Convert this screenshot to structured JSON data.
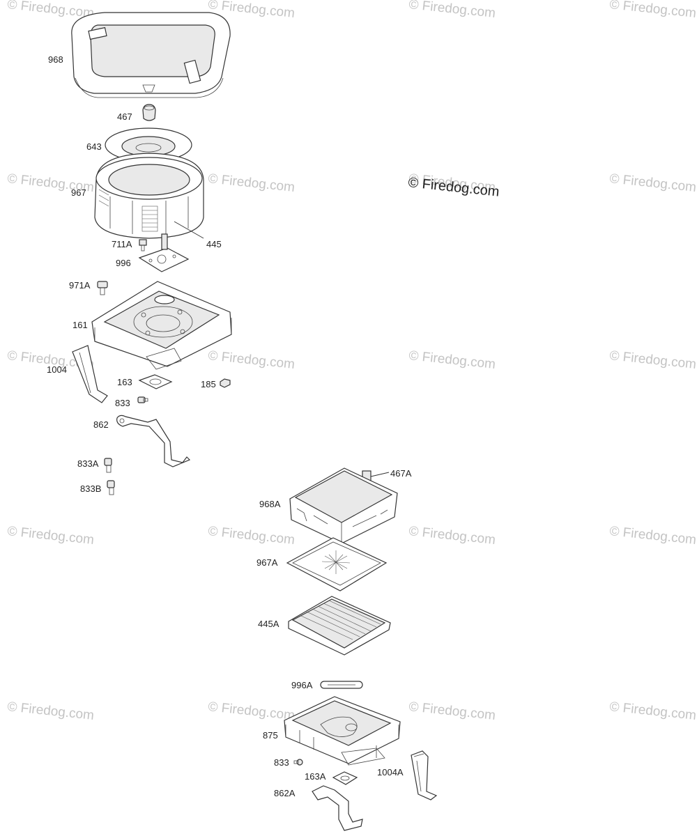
{
  "watermark": {
    "text": "© Firedog.com",
    "color": "#c4c4c4"
  },
  "copyright": {
    "text": "© Firedog.com"
  },
  "labels": [
    {
      "id": "968",
      "text": "968"
    },
    {
      "id": "467",
      "text": "467"
    },
    {
      "id": "643",
      "text": "643"
    },
    {
      "id": "967",
      "text": "967"
    },
    {
      "id": "711A",
      "text": "711A"
    },
    {
      "id": "445",
      "text": "445"
    },
    {
      "id": "996",
      "text": "996"
    },
    {
      "id": "971A",
      "text": "971A"
    },
    {
      "id": "161",
      "text": "161"
    },
    {
      "id": "1004",
      "text": "1004"
    },
    {
      "id": "163",
      "text": "163"
    },
    {
      "id": "185",
      "text": "185"
    },
    {
      "id": "833",
      "text": "833"
    },
    {
      "id": "862",
      "text": "862"
    },
    {
      "id": "833A",
      "text": "833A"
    },
    {
      "id": "833B",
      "text": "833B"
    },
    {
      "id": "467A",
      "text": "467A"
    },
    {
      "id": "968A",
      "text": "968A"
    },
    {
      "id": "967A",
      "text": "967A"
    },
    {
      "id": "445A",
      "text": "445A"
    },
    {
      "id": "996A",
      "text": "996A"
    },
    {
      "id": "875",
      "text": "875"
    },
    {
      "id": "833b",
      "text": "833"
    },
    {
      "id": "163A",
      "text": "163A"
    },
    {
      "id": "1004A",
      "text": "1004A"
    },
    {
      "id": "862A",
      "text": "862A"
    }
  ]
}
